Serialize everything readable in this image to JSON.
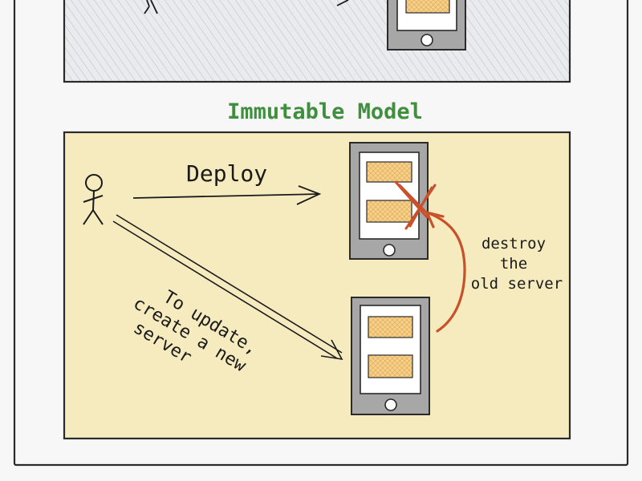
{
  "section_title": "Immutable Model",
  "labels": {
    "deploy": "Deploy",
    "update_line1": "To update,",
    "update_line2": "create a new",
    "update_line3": "server",
    "destroy_line1": "destroy",
    "destroy_line2": "the",
    "destroy_line3": "old server"
  },
  "colors": {
    "title_green": "#3f8f3f",
    "panel_yellow": "#f6ebbf",
    "accent_red": "#c8502a",
    "slot_orange": "#f2c27a",
    "ink": "#1a1a1a",
    "device_gray": "#a7a7a7"
  },
  "icons": {
    "actor": "stick-figure-icon",
    "server_old": "server-tablet-icon",
    "server_new": "server-tablet-icon"
  }
}
